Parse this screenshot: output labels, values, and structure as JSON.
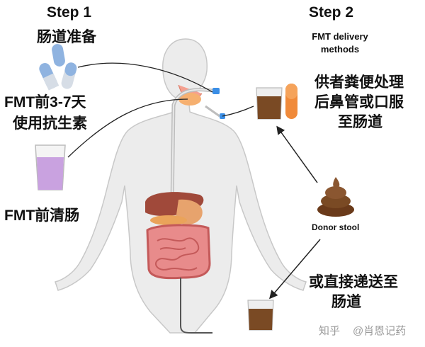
{
  "step1": {
    "title": "Step 1",
    "subtitle": "肠道准备",
    "antibiotics_line1": "FMT前3-7天",
    "antibiotics_line2": "使用抗生素",
    "bowel_prep": "FMT前清肠"
  },
  "step2": {
    "title": "Step 2",
    "subtitle_line1": "FMT delivery",
    "subtitle_line2": "methods",
    "upper_route_line1": "供者粪便处理",
    "upper_route_line2": "后鼻管或口服",
    "upper_route_line3": "至肠道",
    "donor_label": "Donor stool",
    "lower_route_line1": "或直接递送至",
    "lower_route_line2": "肠道"
  },
  "watermark": {
    "platform": "知乎",
    "author": "@肖恩记药"
  },
  "colors": {
    "body_fill": "#ececec",
    "body_stroke": "#c8c8c8",
    "stool": "#7a4a24",
    "capsule_blue": "#8fb3e0",
    "capsule_orange": "#f08a3a",
    "liver": "#a0493a",
    "intestine": "#e88b8b",
    "liquid_purple": "#c9a2e0",
    "arrow": "#222222"
  },
  "icons": [
    "capsule-icon",
    "water-glass-icon",
    "stool-jar-icon",
    "capsule-orange-icon",
    "stool-pile-icon",
    "human-body-icon"
  ]
}
